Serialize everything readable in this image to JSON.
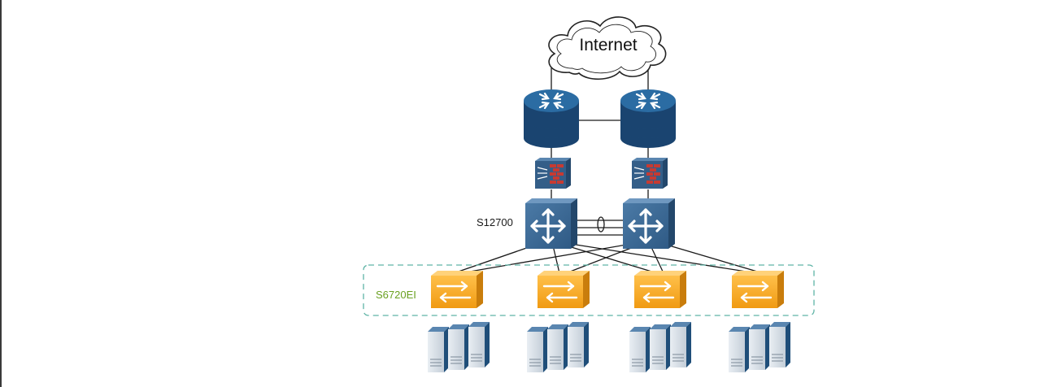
{
  "diagram": {
    "cloud_label": "Internet",
    "core_label": "S12700",
    "access_label": "S6720EI"
  },
  "colors": {
    "router_blue": "#1f4e79",
    "router_top": "#2b6ca3",
    "core_switch": "#3e6a95",
    "access_switch": "#f0a21e",
    "server_dark": "#1f4e79",
    "server_light": "#dbe3ea",
    "access_label": "#6aa121",
    "group_border": "#5fb4a6",
    "link": "#1a1a1a"
  },
  "icons": {
    "cloud": "cloud-icon",
    "router": "router-icon",
    "firewall": "firewall-icon",
    "core_switch": "core-switch-icon",
    "access_switch": "access-switch-icon",
    "server": "server-icon"
  }
}
